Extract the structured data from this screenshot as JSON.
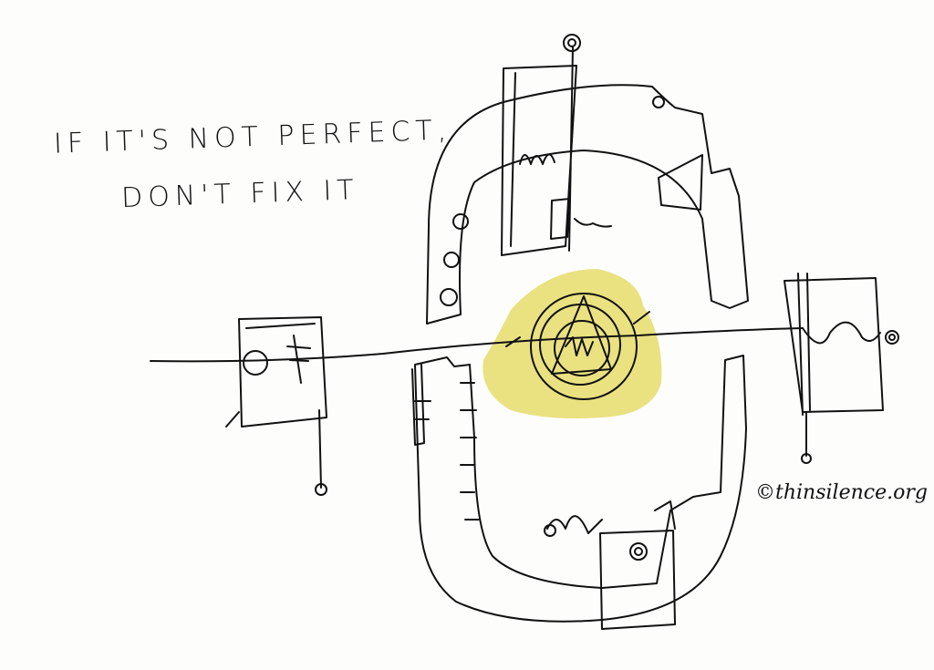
{
  "caption": {
    "line1": "IF IT'S NOT PERFECT,",
    "line2": "DON'T FIX IT"
  },
  "credit": "©thinsilence.org",
  "colors": {
    "ink": "#111111",
    "wash": "#e6dc6a",
    "paper": "#fdfdfc"
  }
}
